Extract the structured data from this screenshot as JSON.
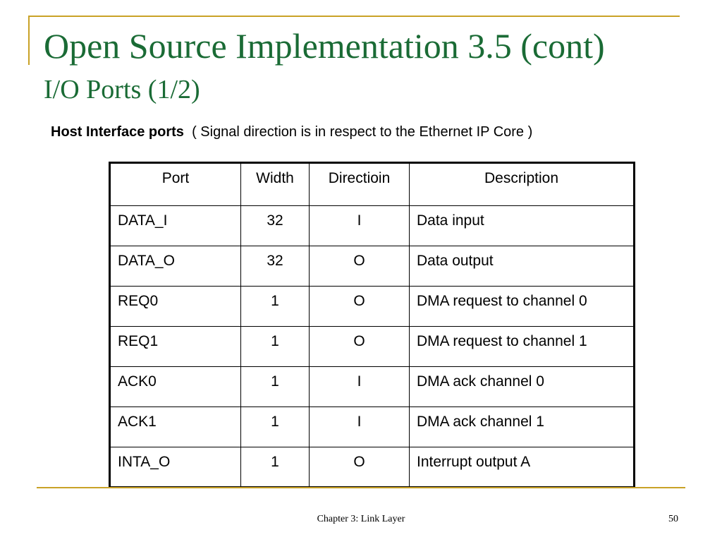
{
  "slide": {
    "title": "Open Source Implementation 3.5 (cont)",
    "subtitle": "I/O Ports (1/2)",
    "heading_bold": "Host Interface ports",
    "heading_rest": "( Signal direction is in respect to the Ethernet IP Core )",
    "footer": "Chapter 3: Link Layer",
    "page_number": "50",
    "accent_color": "#c9a227",
    "title_color": "#1a6b35"
  },
  "table": {
    "headers": [
      "Port",
      "Width",
      "Directioin",
      "Description"
    ],
    "rows": [
      [
        "DATA_I",
        "32",
        "I",
        "Data input"
      ],
      [
        "DATA_O",
        "32",
        "O",
        "Data output"
      ],
      [
        "REQ0",
        "1",
        "O",
        "DMA request to channel 0"
      ],
      [
        "REQ1",
        "1",
        "O",
        "DMA request to channel 1"
      ],
      [
        "ACK0",
        "1",
        "I",
        "DMA ack channel 0"
      ],
      [
        "ACK1",
        "1",
        "I",
        "DMA ack channel 1"
      ],
      [
        "INTA_O",
        "1",
        "O",
        "Interrupt output A"
      ]
    ]
  }
}
